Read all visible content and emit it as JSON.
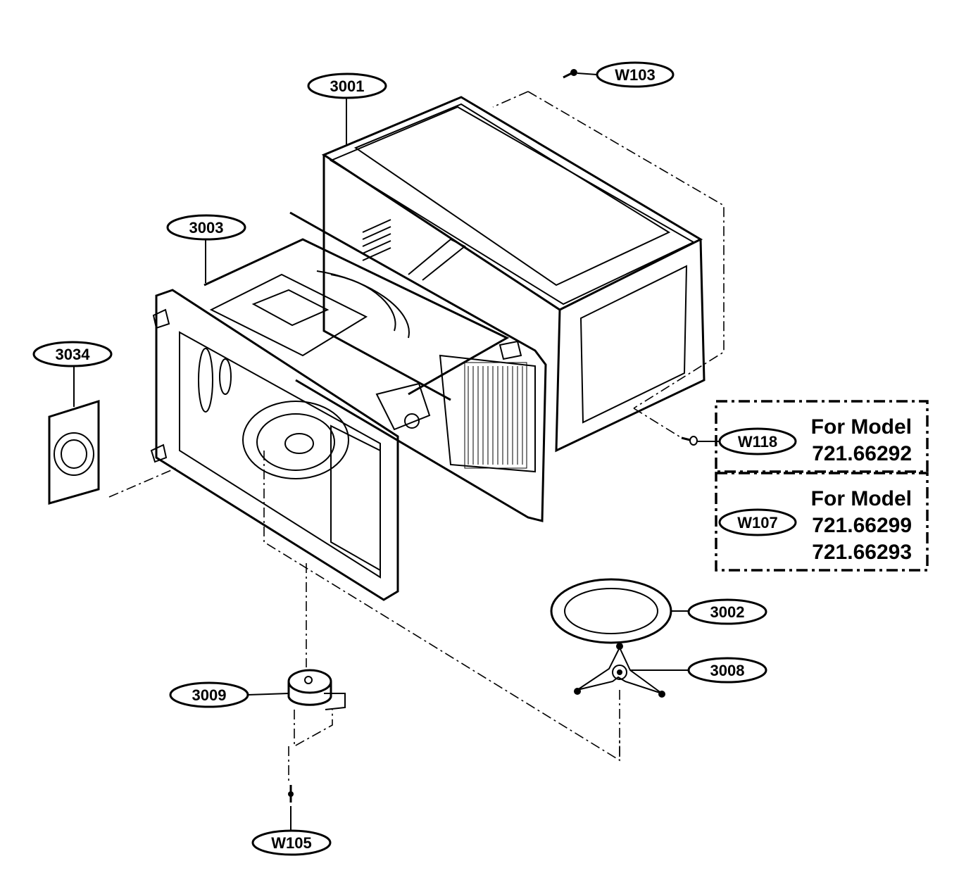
{
  "part_labels": {
    "p3001": "3001",
    "p3003": "3003",
    "p3034": "3034",
    "p3002": "3002",
    "p3008": "3008",
    "p3009": "3009",
    "w103": "W103",
    "w118": "W118",
    "w107": "W107",
    "w105": "W105"
  },
  "model_notes": {
    "box1_heading": "For Model",
    "box1_model": "721.66292",
    "box2_heading": "For Model",
    "box2_model_1": "721.66299",
    "box2_model_2": "721.66293"
  },
  "colors": {
    "line": "#000000",
    "background": "#ffffff"
  }
}
